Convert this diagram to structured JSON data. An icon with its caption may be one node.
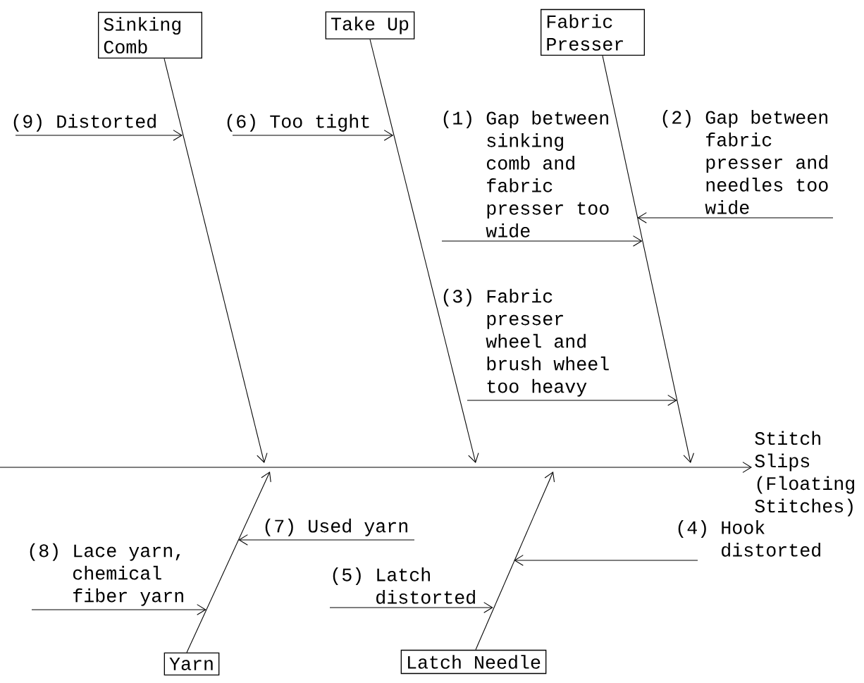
{
  "diagram": {
    "nodes": [
      {
        "text": [
          "Sinking Comb"
        ]
      },
      {
        "text": [
          "Take Up"
        ]
      },
      {
        "text": [
          "Fabric Presser"
        ]
      },
      {
        "text": [
          "(9) Distorted"
        ]
      },
      {
        "text": [
          "(6) Too tight"
        ]
      },
      {
        "text": [
          "(1) Gap between sinking comb and fabric presser too wide"
        ]
      },
      {
        "text": [
          "(2) Gap between fabric presser and needles too wide"
        ]
      },
      {
        "text": [
          "(3) Fabric presser wheel and brush wheel too heavy"
        ]
      },
      {
        "text": [
          "Stitch Slips (Floating Stitches)"
        ]
      },
      {
        "text": [
          "(7) Used yarn"
        ]
      },
      {
        "text": [
          "(8) Lace yarn, chemical fiber yarn"
        ]
      },
      {
        "text": [
          "(4) Hook distorted"
        ]
      },
      {
        "text": [
          "(5) Latch distorted"
        ]
      },
      {
        "text": [
          "Yarn"
        ]
      },
      {
        "text": [
          "Latch Needle"
        ]
      }
    ],
    "edges": [
      {
        "from": null,
        "to": 8,
        "arrow": "to"
      },
      {
        "from": 0,
        "to": null,
        "arrow": "to"
      },
      {
        "from": 1,
        "to": null,
        "arrow": "to"
      },
      {
        "from": 2,
        "to": null,
        "arrow": "to"
      },
      {
        "from": 13,
        "to": null,
        "arrow": "to"
      },
      {
        "from": 14,
        "to": null,
        "arrow": "to"
      },
      {
        "from": 3,
        "to": null,
        "arrow": "to"
      },
      {
        "from": 4,
        "to": null,
        "arrow": "to"
      },
      {
        "from": 5,
        "to": null,
        "arrow": "to"
      },
      {
        "from": 6,
        "to": null,
        "arrow": "to"
      },
      {
        "from": 7,
        "to": null,
        "arrow": "to"
      },
      {
        "from": 9,
        "to": null,
        "arrow": "to"
      },
      {
        "from": 10,
        "to": null,
        "arrow": "to"
      },
      {
        "from": 11,
        "to": null,
        "arrow": "to"
      },
      {
        "from": 12,
        "to": null,
        "arrow": "to"
      }
    ]
  }
}
